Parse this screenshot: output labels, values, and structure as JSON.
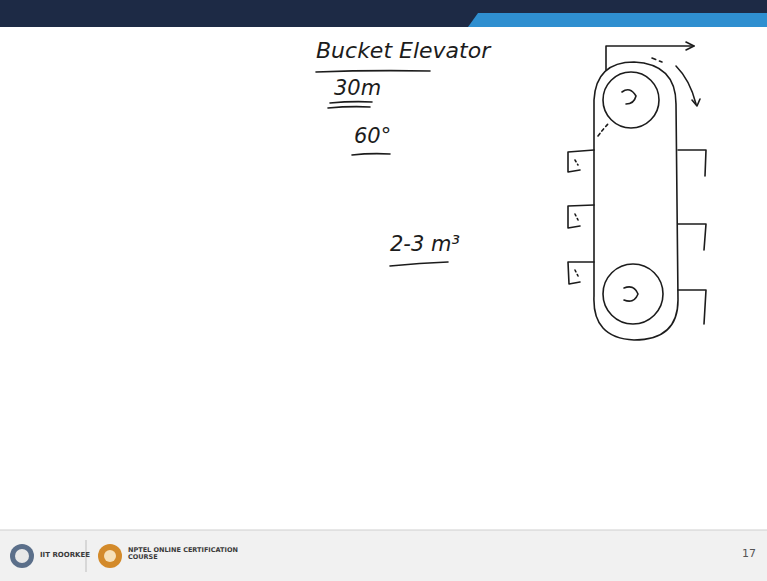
{
  "diagram": {
    "title": "Bucket Elevator",
    "labels": [
      "30m",
      "60°",
      "2-3 m³",
      "IIT ROORKEE",
      "NPTEL ONLINE CERTIFICATION COURSE",
      "17"
    ]
  }
}
